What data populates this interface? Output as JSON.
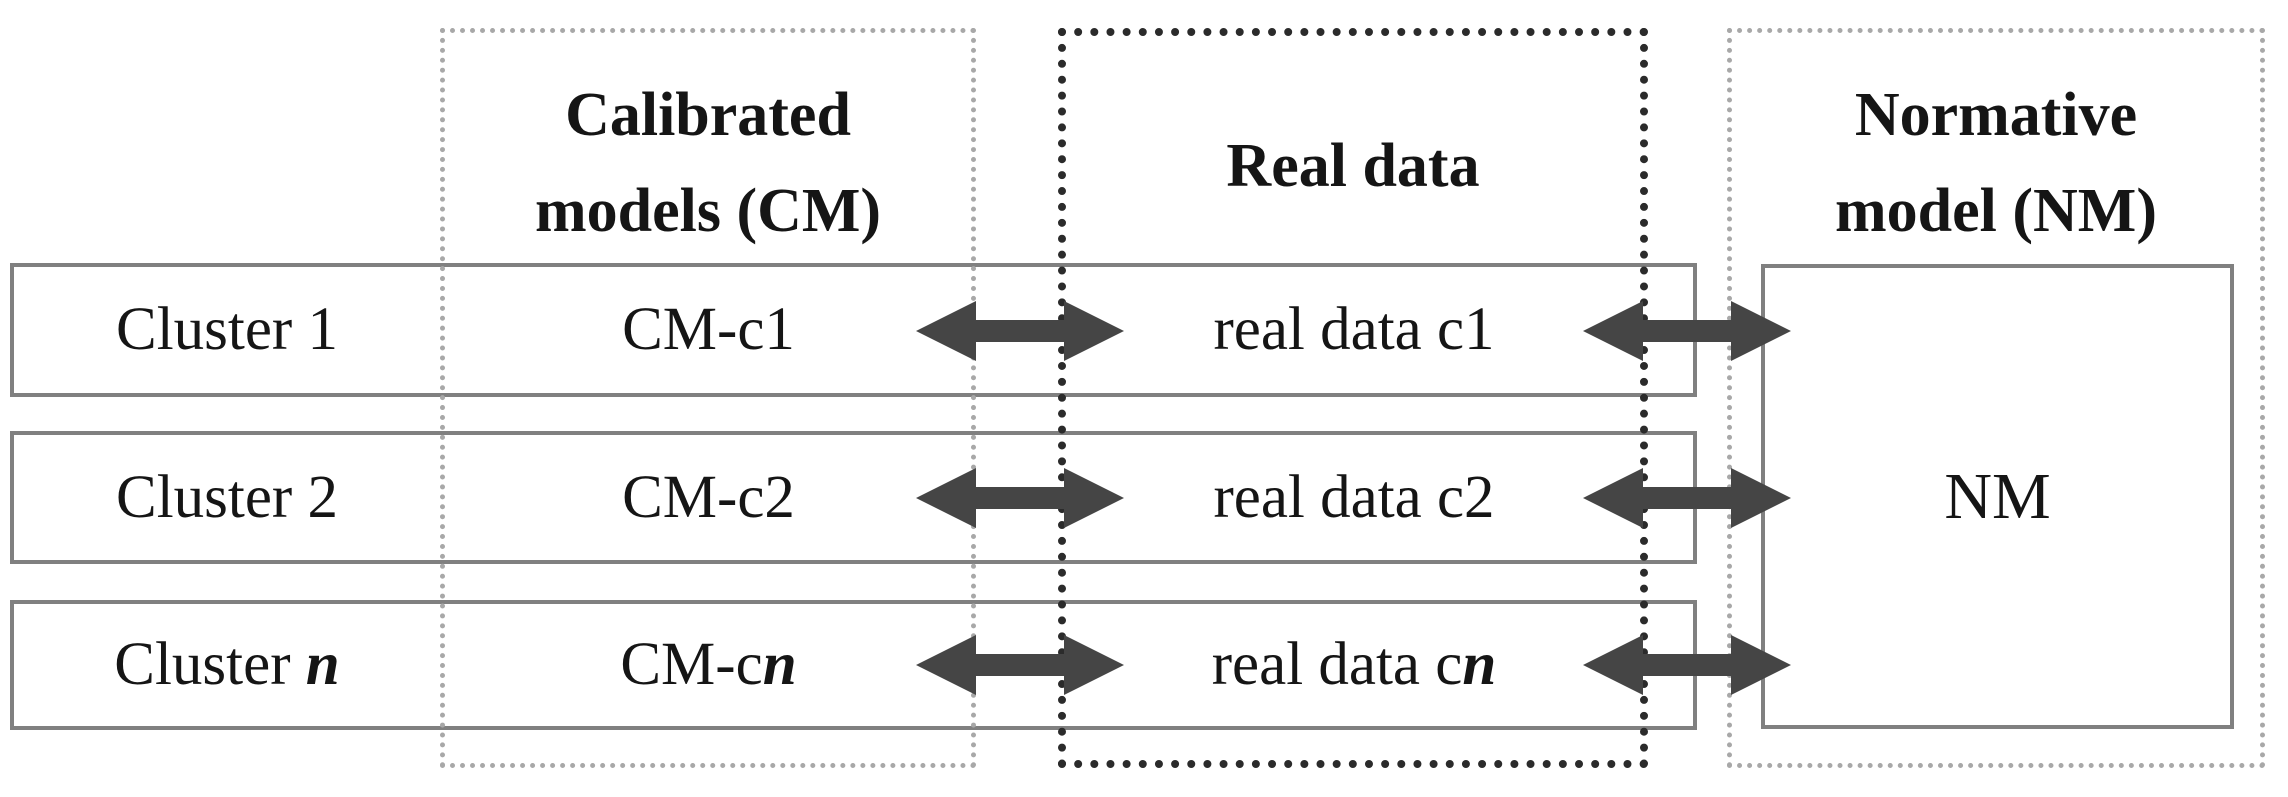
{
  "figure": {
    "columns": [
      {
        "id": "cm",
        "title": "Calibrated\nmodels (CM)"
      },
      {
        "id": "real",
        "title": "Real data"
      },
      {
        "id": "nm",
        "title": "Normative\nmodel (NM)"
      }
    ],
    "nm_label": "NM",
    "rows": [
      {
        "cluster": [
          {
            "t": "Cluster 1"
          }
        ],
        "model": [
          {
            "t": "CM-c1"
          }
        ],
        "data": [
          {
            "t": "real data c1"
          }
        ]
      },
      {
        "cluster": [
          {
            "t": "Cluster 2"
          }
        ],
        "model": [
          {
            "t": "CM-c2"
          }
        ],
        "data": [
          {
            "t": "real data c2"
          }
        ]
      },
      {
        "cluster": [
          {
            "t": "Cluster "
          },
          {
            "t": "n",
            "var": true
          }
        ],
        "model": [
          {
            "t": "CM-c"
          },
          {
            "t": "n",
            "var": true
          }
        ],
        "data": [
          {
            "t": "real data c"
          },
          {
            "t": "n",
            "var": true
          }
        ]
      }
    ],
    "colors": {
      "text": "#151515",
      "arrow": "#454545",
      "solid_border": "#808080",
      "dotted_light": "#a8a8a8",
      "dotted_bold": "#2b2b2b",
      "background": "#ffffff"
    }
  }
}
